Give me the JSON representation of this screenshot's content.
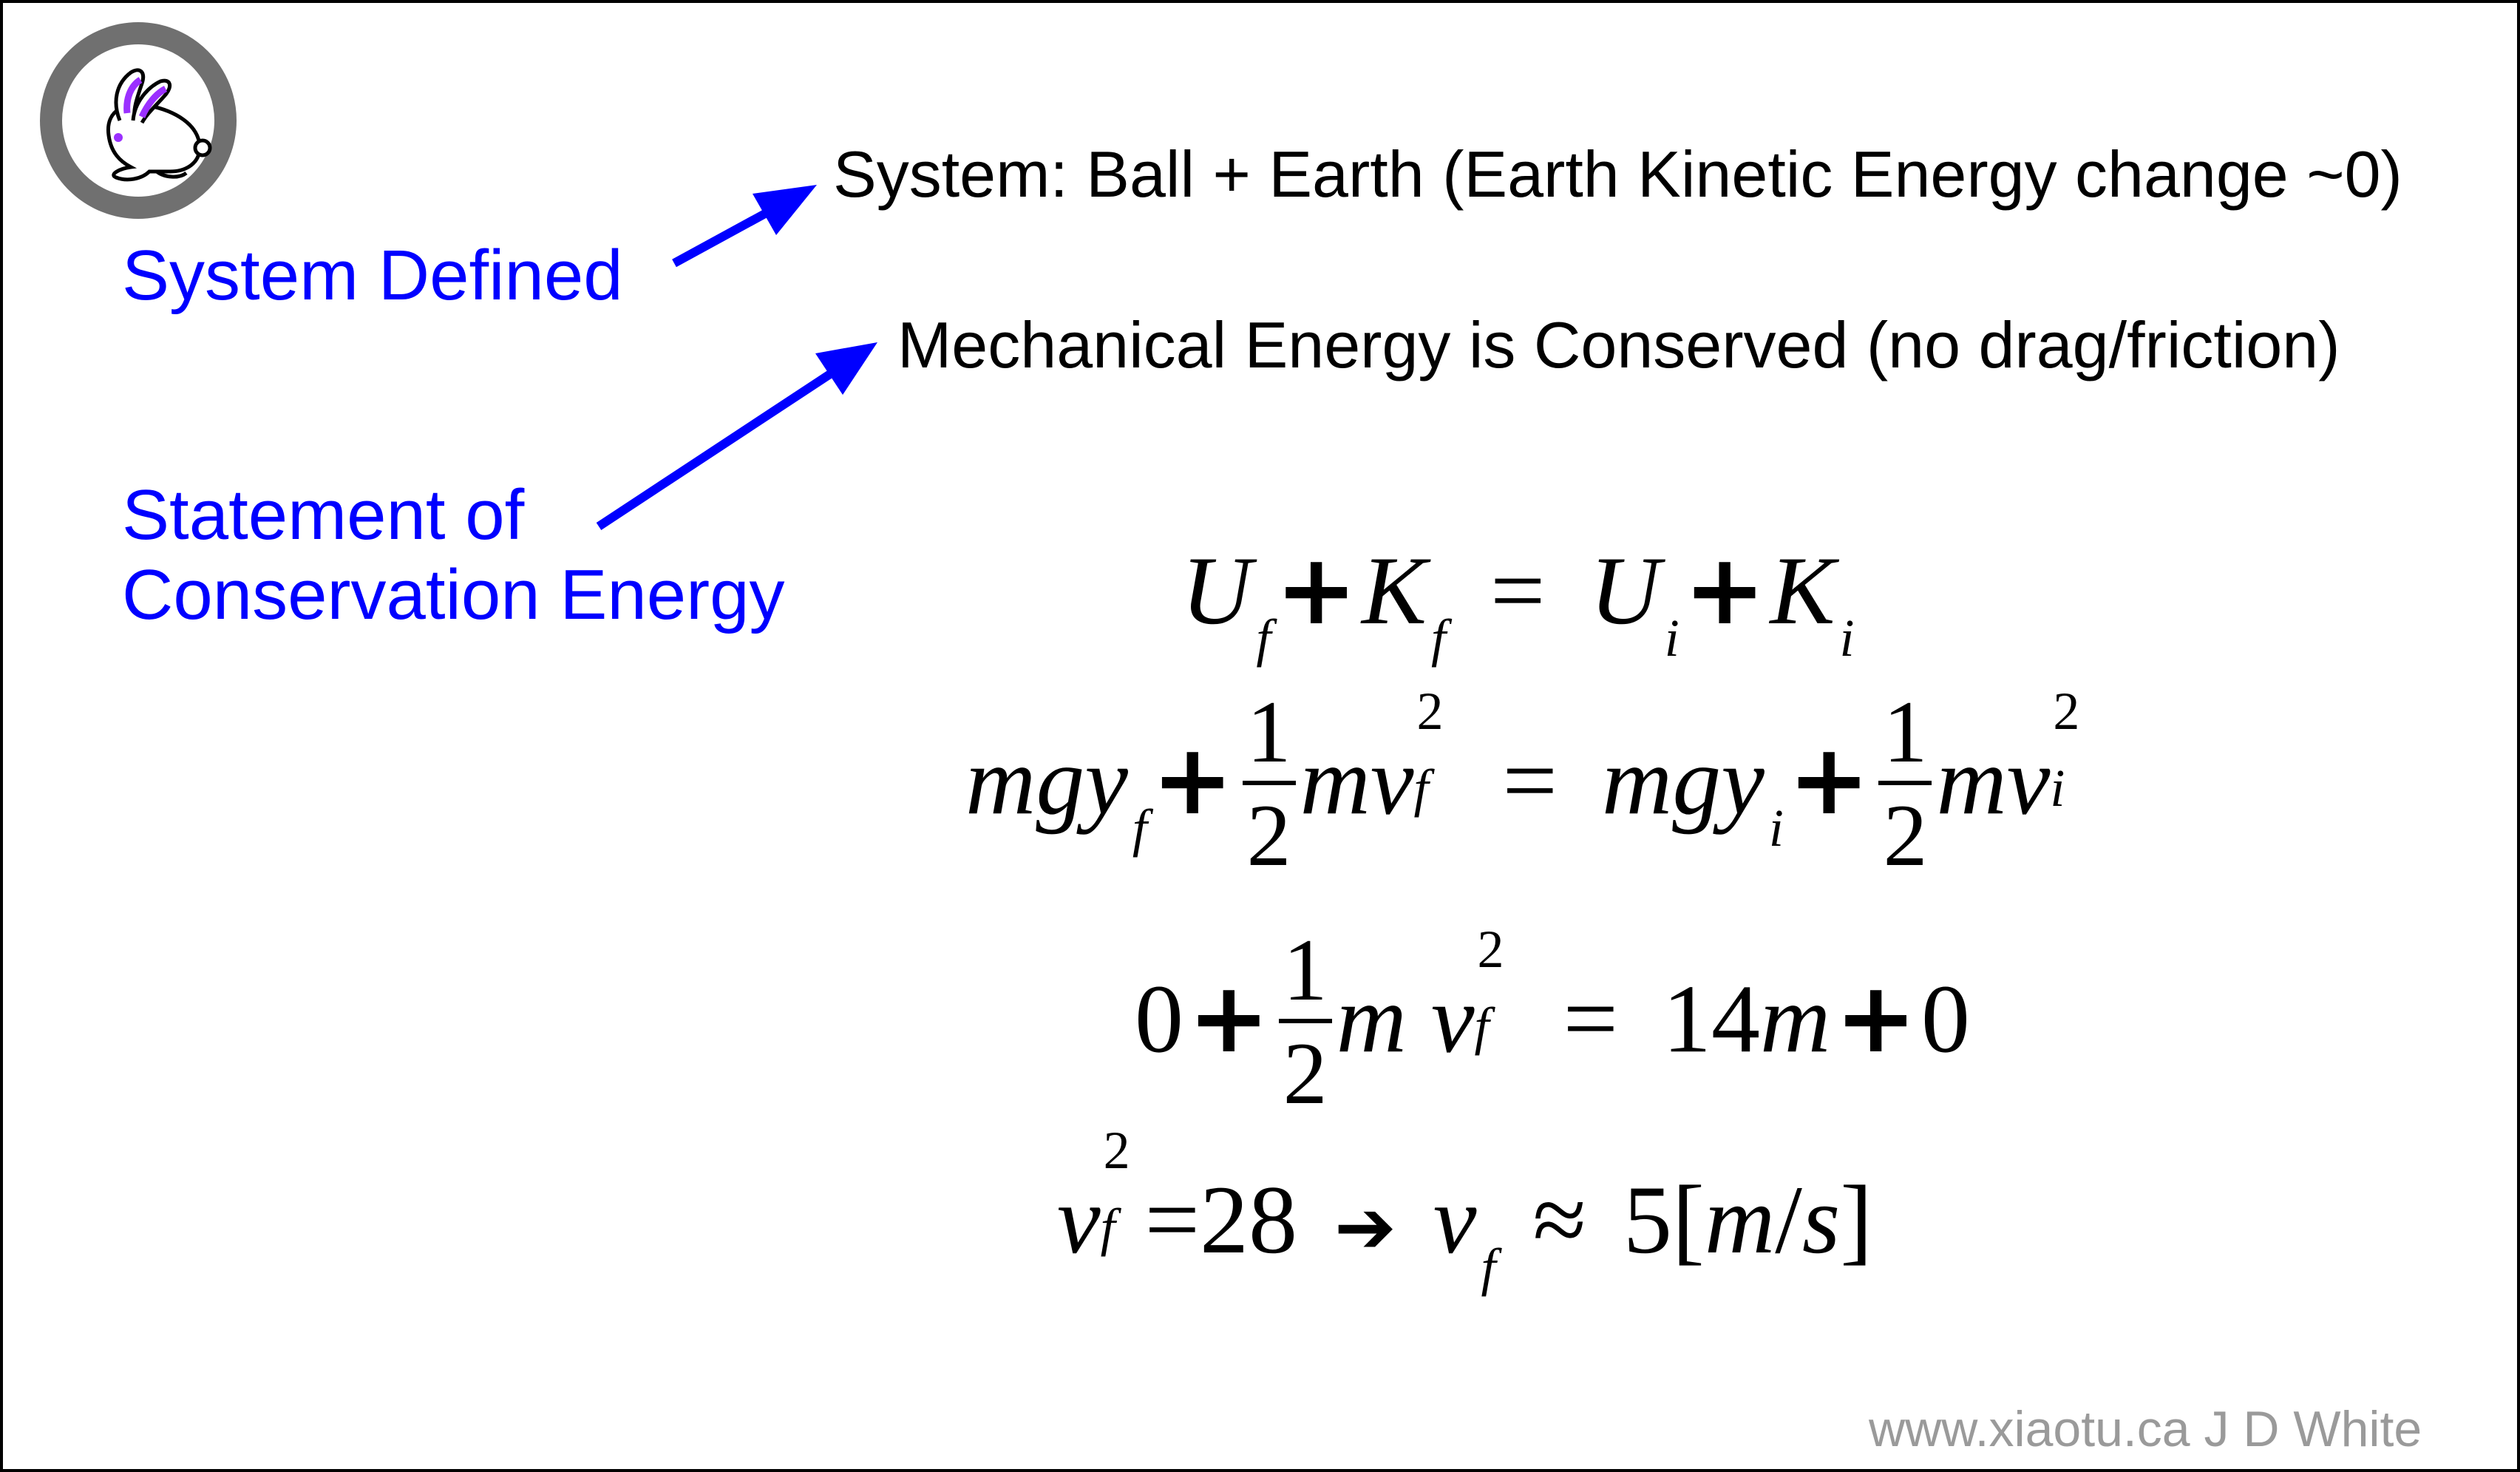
{
  "icons": {
    "logo": "rabbit-logo-icon"
  },
  "colors": {
    "accent": "#0000ff",
    "text": "#000000",
    "credit": "#9a9a9a",
    "logo_ring": "#707070",
    "logo_accent": "#9b30ff"
  },
  "labels": {
    "system_defined": "System Defined",
    "statement_line1": "Statement of",
    "statement_line2": "Conservation Energy"
  },
  "statements": {
    "system": "System: Ball + Earth (Earth Kinetic Energy change ~0)",
    "conserved": "Mechanical Energy is Conserved (no drag/friction)"
  },
  "equations": {
    "eq1": {
      "U": "U",
      "K": "K",
      "f": "f",
      "i": "i",
      "plus": "+",
      "equals": "="
    },
    "eq2": {
      "mgy": "mgy",
      "mv": "mv",
      "one": "1",
      "two": "2",
      "sq": "2",
      "f": "f",
      "i": "i",
      "plus": "+",
      "equals": "="
    },
    "eq3": {
      "zero": "0",
      "plus": "+",
      "one": "1",
      "two": "2",
      "m": "m",
      "v": "v",
      "sq": "2",
      "f": "f",
      "equals": "=",
      "rhs_num": "14",
      "rhs_m": "m",
      "rhs_plus": "+",
      "rhs_zero": "0"
    },
    "eq4": {
      "v": "v",
      "sq": "2",
      "f": "f",
      "equals": "=",
      "value": "28",
      "arrow": "➔",
      "approx": "≈",
      "result": "5",
      "lbracket": "[",
      "unit_m": "m",
      "slash": "/",
      "unit_s": "s",
      "rbracket": "]"
    }
  },
  "credit": "www.xiaotu.ca J D White"
}
